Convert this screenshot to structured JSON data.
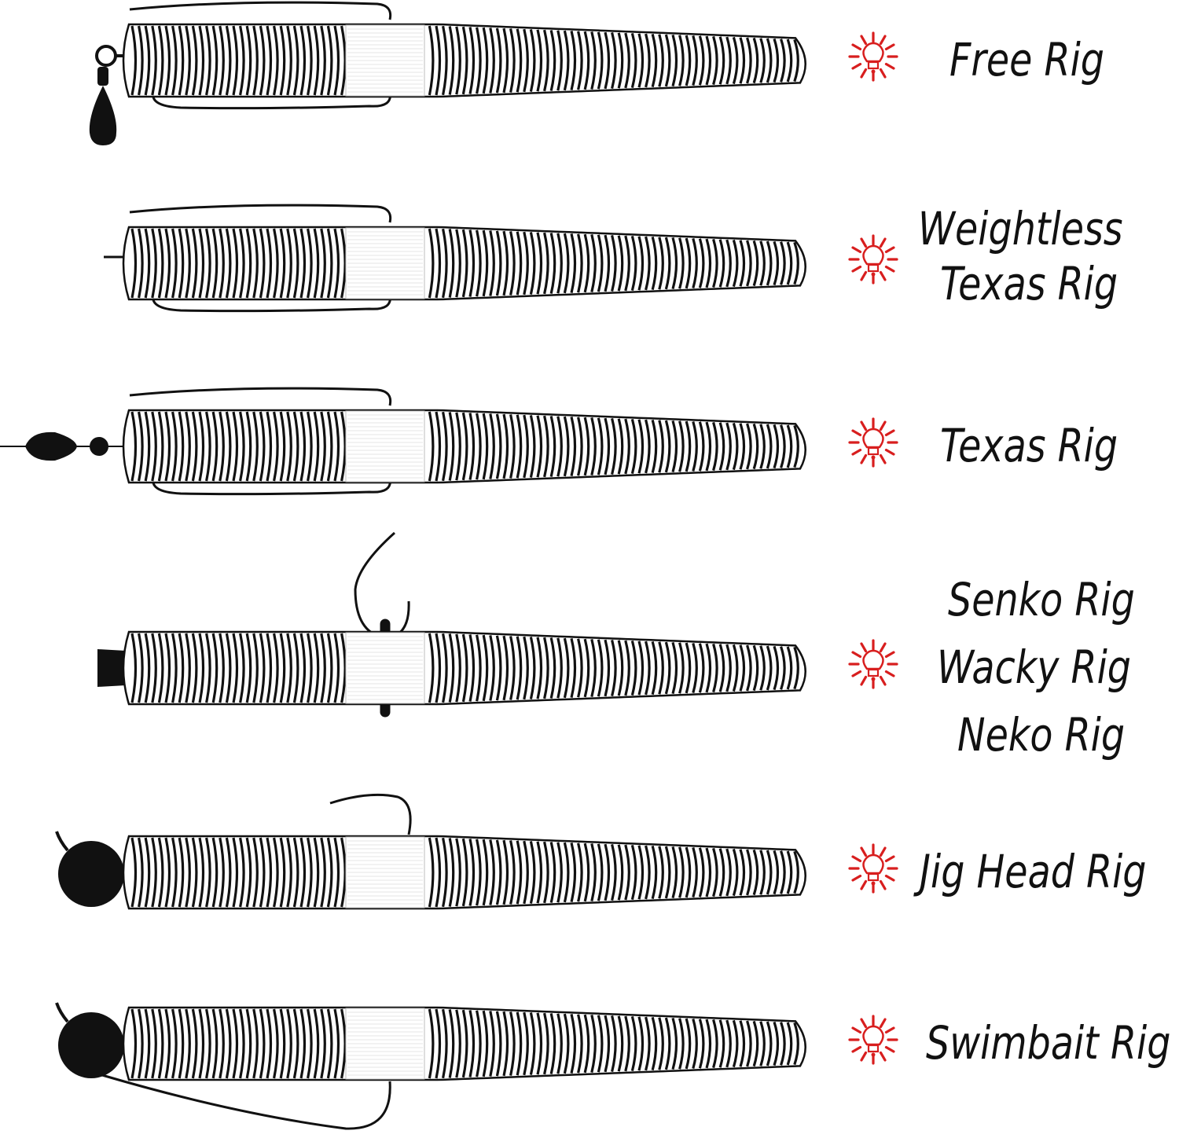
{
  "palette": {
    "accent": "#d81e1e",
    "ink": "#111111",
    "worm_fill": "#ffffff",
    "band_fill": "#ffffff"
  },
  "icon_name": "lightbulb-icon",
  "rigs": [
    {
      "key": "free-rig",
      "rig": "free",
      "lines": [
        "Free Rig"
      ]
    },
    {
      "key": "weightless-texas-rig",
      "rig": "weightless",
      "lines": [
        "Weightless",
        "Texas Rig"
      ]
    },
    {
      "key": "texas-rig",
      "rig": "texas",
      "lines": [
        "Texas Rig"
      ]
    },
    {
      "key": "senko-wacky-neko-rig",
      "rig": "wacky",
      "lines": [
        "Senko Rig",
        "Wacky Rig",
        "Neko Rig"
      ]
    },
    {
      "key": "jig-head-rig",
      "rig": "jighead",
      "lines": [
        "Jig Head Rig"
      ]
    },
    {
      "key": "swimbait-rig",
      "rig": "swimbait",
      "lines": [
        "Swimbait Rig"
      ]
    }
  ]
}
